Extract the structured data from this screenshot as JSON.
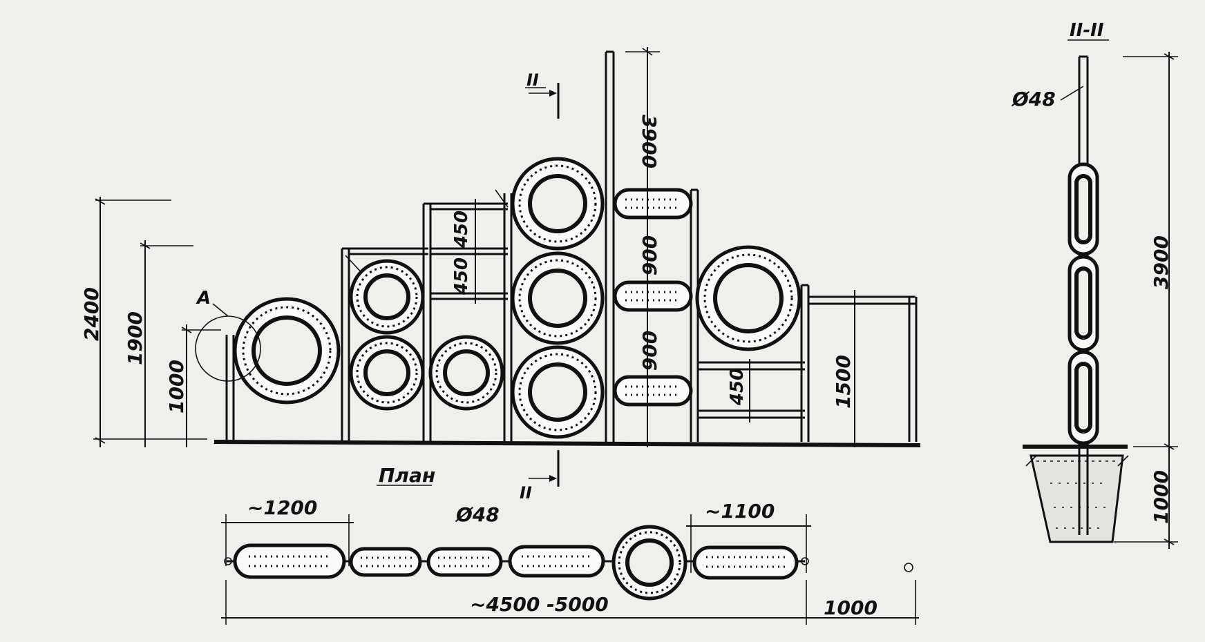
{
  "front_view": {
    "dimensions": {
      "total_height_left": "2400",
      "mid_height": "1900",
      "low_height": "1000",
      "post_height": "3900",
      "spacing_upper": "450",
      "spacing_lower": "450",
      "tire_spacing_1": "900",
      "tire_spacing_2": "900",
      "right_spacing": "450",
      "right_height": "1500"
    },
    "detail_callout": "A",
    "section_mark_top": "II",
    "section_mark_bottom": "II"
  },
  "plan_view": {
    "title": "План",
    "pipe_diameter": "Ø48",
    "segment_left": "~1200",
    "segment_right": "~1100",
    "total_length": "~4500 -5000",
    "end_offset": "1000"
  },
  "section_view": {
    "title": "II-II",
    "pipe_diameter": "Ø48",
    "height_above_ground": "3900",
    "foundation_depth": "1000"
  },
  "colors": {
    "ink": "#111111",
    "paper": "#efefec"
  }
}
